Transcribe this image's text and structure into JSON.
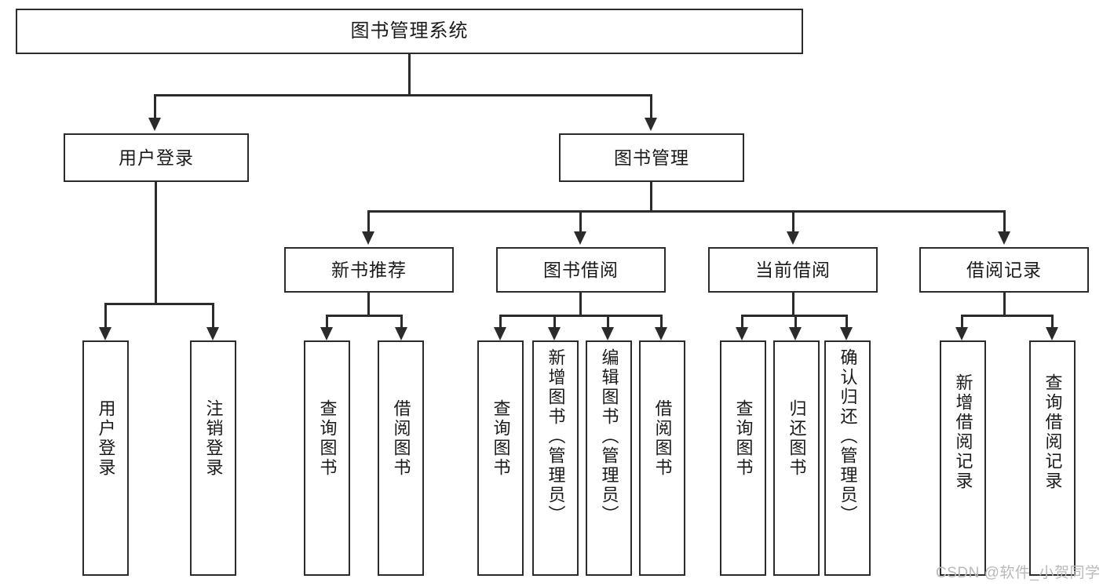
{
  "diagram": {
    "title": "图书管理系统",
    "type": "tree-hierarchy-diagram",
    "watermark": "CSDN @软件_小贺同学",
    "colors": {
      "stroke": "#2b2b2b",
      "fill": "#ffffff",
      "text": "#1a1a1a",
      "watermark": "#b9b9b9"
    },
    "nodes": {
      "root": {
        "label": "图书管理系统"
      },
      "level2": [
        {
          "id": "user-login",
          "label": "用户登录"
        },
        {
          "id": "book-manage",
          "label": "图书管理"
        }
      ],
      "level3": [
        {
          "id": "new-book-recommend",
          "label": "新书推荐"
        },
        {
          "id": "book-borrow",
          "label": "图书借阅"
        },
        {
          "id": "current-borrow",
          "label": "当前借阅"
        },
        {
          "id": "borrow-record",
          "label": "借阅记录"
        }
      ],
      "leaves": {
        "user_login": [
          {
            "id": "leaf-user-login",
            "label": "用户登录"
          },
          {
            "id": "leaf-logout-login",
            "label": "注销登录"
          }
        ],
        "new_book_recommend": [
          {
            "id": "leaf-query-book-1",
            "label": "查询图书"
          },
          {
            "id": "leaf-borrow-book-1",
            "label": "借阅图书"
          }
        ],
        "book_borrow": [
          {
            "id": "leaf-query-book-2",
            "label": "查询图书"
          },
          {
            "id": "leaf-add-book",
            "label": "新增图书（管理员）"
          },
          {
            "id": "leaf-edit-book",
            "label": "编辑图书（管理员）"
          },
          {
            "id": "leaf-borrow-book-2",
            "label": "借阅图书"
          }
        ],
        "current_borrow": [
          {
            "id": "leaf-query-book-3",
            "label": "查询图书"
          },
          {
            "id": "leaf-return-book",
            "label": "归还图书"
          },
          {
            "id": "leaf-confirm-return",
            "label": "确认归还（管理员）"
          }
        ],
        "borrow_record": [
          {
            "id": "leaf-add-borrow-record",
            "label": "新增借阅记录"
          },
          {
            "id": "leaf-query-borrow-record",
            "label": "查询借阅记录"
          }
        ]
      }
    }
  }
}
